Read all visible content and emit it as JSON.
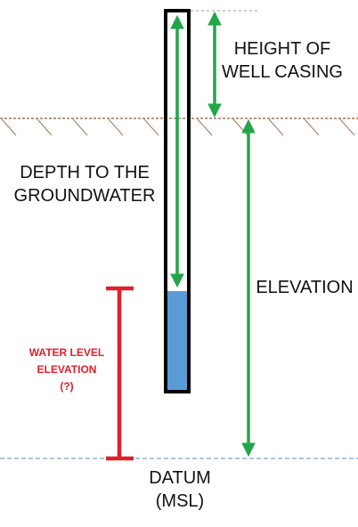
{
  "labels": {
    "height_of_well_casing": [
      "HEIGHT OF",
      "WELL CASING"
    ],
    "depth_to_groundwater": [
      "DEPTH TO THE",
      "GROUNDWATER"
    ],
    "elevation": "ELEVATION",
    "water_level_elevation": [
      "WATER LEVEL",
      "ELEVATION",
      "(?)"
    ],
    "datum": [
      "DATUM",
      "(MSL)"
    ]
  },
  "colors": {
    "arrow": "#22a64a",
    "water": "#5b9bd5",
    "water_level_marker": "#e0202a",
    "ground": "#a0785a",
    "datum_line": "#7aa4c8",
    "casing": "#000000"
  }
}
